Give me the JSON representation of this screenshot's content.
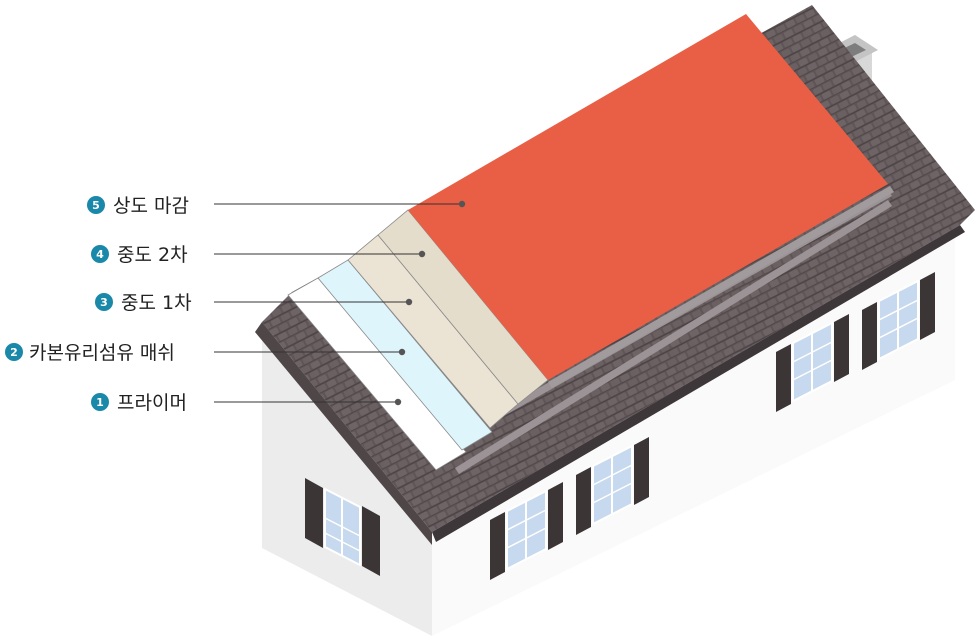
{
  "layers": [
    {
      "num": "5",
      "label": "상도 마감"
    },
    {
      "num": "4",
      "label": "중도 2차"
    },
    {
      "num": "3",
      "label": "중도 1차"
    },
    {
      "num": "2",
      "label": "카본유리섬유 매쉬"
    },
    {
      "num": "1",
      "label": "프라이머"
    }
  ],
  "colors": {
    "badge": "#1a88a8",
    "leader": "#333333",
    "topcoat": "#e95f45",
    "midcoat2": "#ebe3d3",
    "midcoat1": "#e5ddcb",
    "mesh": "#dff5fc",
    "primer": "#ffffff",
    "shingle": "#5f5557",
    "wall_front": "#fafafa",
    "wall_gable": "#ececec",
    "shutter": "#3b3536",
    "glass": "#c7d9ee"
  }
}
